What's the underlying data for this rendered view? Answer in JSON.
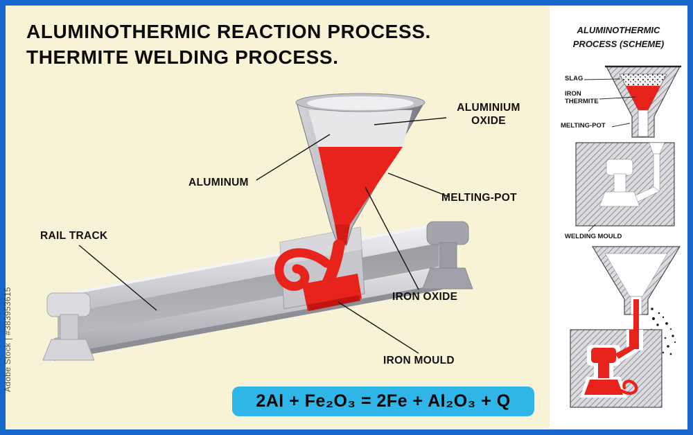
{
  "colors": {
    "frame_blue": "#1766cb",
    "panel_cream": "#f8f3d6",
    "sidebar_white": "#ffffff",
    "molten_red": "#e8231b",
    "equation_cyan": "#2fb5e8",
    "metal_gray": "#c9c9cf"
  },
  "watermark": {
    "text": "Adobe Stock | #383953615"
  },
  "main": {
    "title_line1": "ALUMINOTHERMIC REACTION PROCESS.",
    "title_line2": "THERMITE WELDING PROCESS.",
    "labels": {
      "aluminium_oxide": "ALUMINIUM OXIDE",
      "aluminum": "ALUMINUM",
      "melting_pot": "MELTING-POT",
      "rail_track": "RAIL TRACK",
      "iron_oxide": "IRON OXIDE",
      "iron_mould": "IRON MOULD"
    },
    "equation": "2Al + Fe₂O₃ = 2Fe + Al₂O₃ + Q"
  },
  "sidebar": {
    "title_line1": "ALUMINOTHERMIC",
    "title_line2": "PROCESS (SCHEME)",
    "labels": {
      "slag": "SLAG",
      "iron_thermite": "IRON THERMITE",
      "melting_pot": "MELTING-POT",
      "welding_mould": "WELDING MOULD"
    }
  }
}
